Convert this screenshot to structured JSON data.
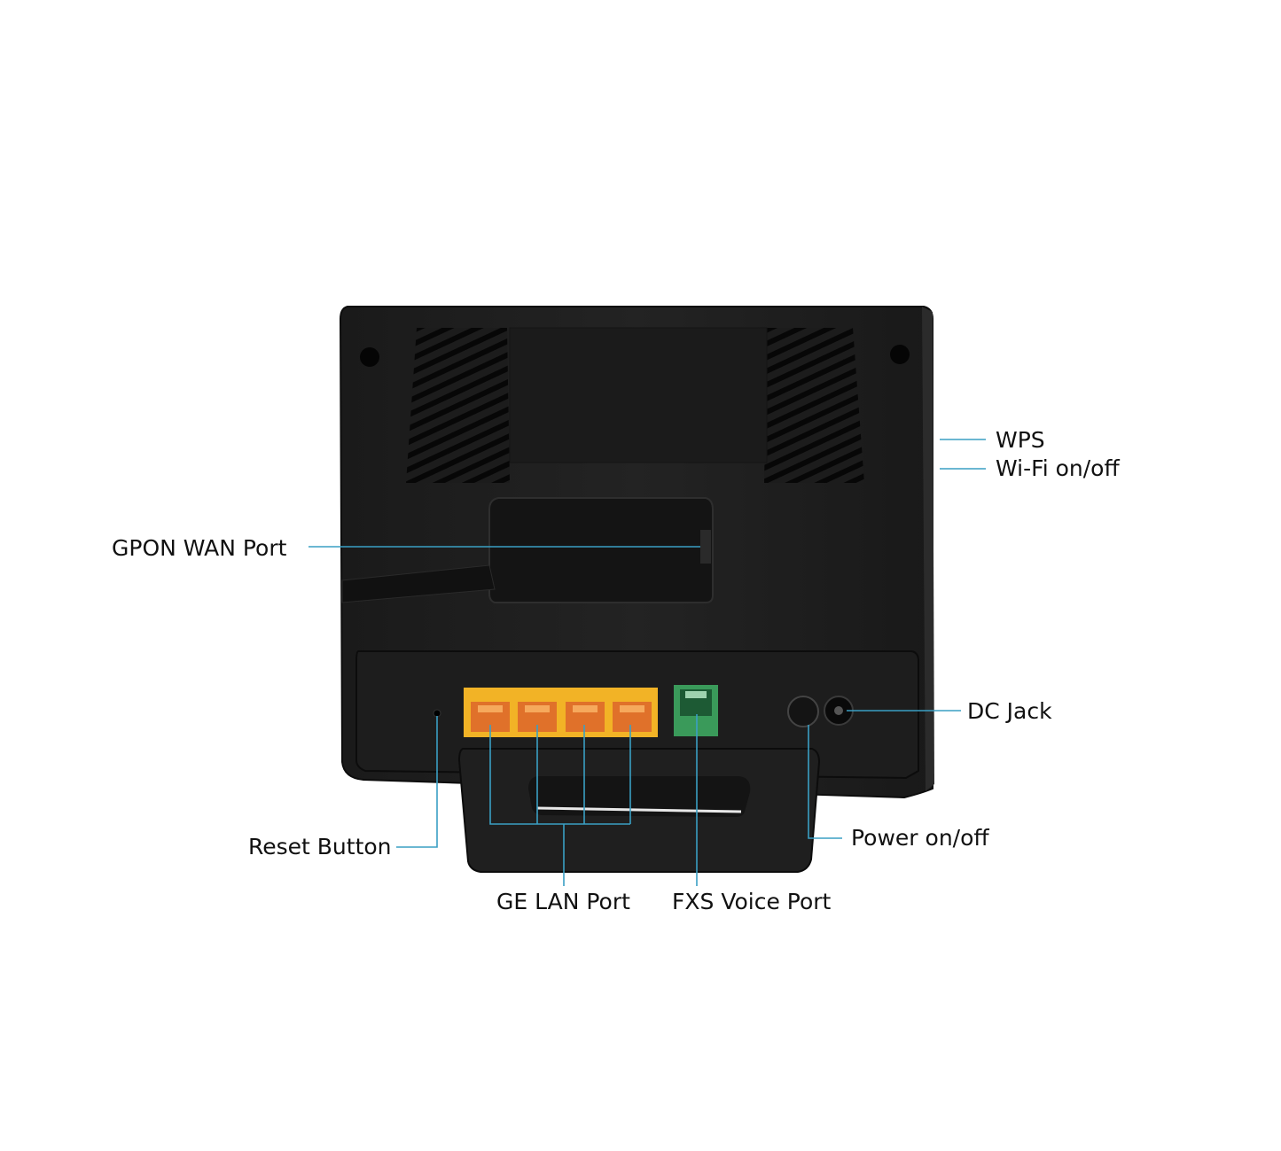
{
  "colors": {
    "callout_line": "#3a9fc4",
    "device_body": "#1e1e1e",
    "device_edge": "#111111",
    "lan_port": "#f2b326",
    "lan_socket": "#e0712a",
    "voice_port": "#3a9a5a"
  },
  "callouts": {
    "wps": "WPS",
    "wifi": "Wi-Fi on/off",
    "gpon_wan": "GPON WAN Port",
    "dc_jack": "DC Jack",
    "reset": "Reset Button",
    "power": "Power on/off",
    "ge_lan": "GE LAN Port",
    "fxs_voice": "FXS Voice Port"
  }
}
